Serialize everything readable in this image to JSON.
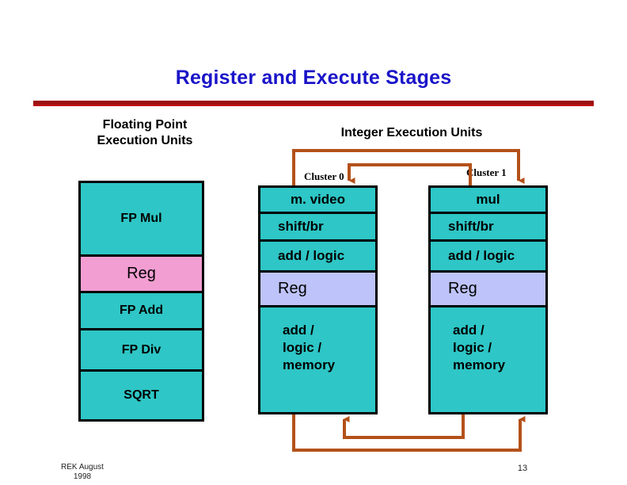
{
  "slide": {
    "title": "Register and Execute Stages",
    "page_number": "13",
    "footer_line1": "REK  August",
    "footer_line2": "1998",
    "accent_rule_color": "#9e1010",
    "title_color": "#1a14c8"
  },
  "headings": {
    "floating_point": "Floating Point\nExecution Units",
    "floating_point_line1": "Floating Point",
    "floating_point_line2": "Execution Units",
    "integer": "Integer Execution Units"
  },
  "captions": {
    "cluster0": "Cluster 0",
    "cluster1": "Cluster 1"
  },
  "colors": {
    "unit_fill": "#2ec6c6",
    "fp_register_fill": "#f29ed2",
    "int_register_fill": "#bec4fa",
    "wire": "#b4511a",
    "border": "#000000"
  },
  "fp_column": {
    "name": "Floating Point Execution Units",
    "cells": [
      {
        "label": "FP Mul",
        "kind": "unit"
      },
      {
        "label": "Reg",
        "kind": "register"
      },
      {
        "label": "FP Add",
        "kind": "unit"
      },
      {
        "label": "FP Div",
        "kind": "unit"
      },
      {
        "label": "SQRT",
        "kind": "unit"
      }
    ]
  },
  "cluster0_column": {
    "name": "Cluster 0",
    "cells": [
      {
        "label": "m. video",
        "kind": "unit"
      },
      {
        "label": "shift/br",
        "kind": "unit"
      },
      {
        "label": "add / logic",
        "kind": "unit"
      },
      {
        "label": "Reg",
        "kind": "register"
      },
      {
        "label_line1": "add /",
        "label_line2": "logic /",
        "label_line3": "memory",
        "kind": "unit"
      }
    ]
  },
  "cluster1_column": {
    "name": "Cluster 1",
    "cells": [
      {
        "label": "mul",
        "kind": "unit"
      },
      {
        "label": "shift/br",
        "kind": "unit"
      },
      {
        "label": "add / logic",
        "kind": "unit"
      },
      {
        "label": "Reg",
        "kind": "register"
      },
      {
        "label_line1": "add /",
        "label_line2": "logic /",
        "label_line3": "memory",
        "kind": "unit"
      }
    ]
  }
}
